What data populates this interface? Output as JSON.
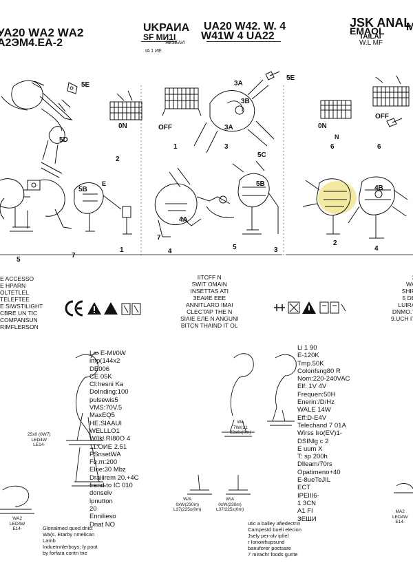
{
  "header": {
    "title_left_line1": "УА20 WА2 WА2",
    "title_left_line2": "А2ЭМ4.ЕА-2",
    "title_mid_a": "UKPAИA",
    "title_mid_a_sub": "SF MИ1I",
    "title_mid_b_line1": "UA20 W42. W. 4",
    "title_mid_b_line2": "W41W 4  UA22",
    "small_mid": "ЯЕЗЕАИ",
    "small_left": "IA 1 ИЕ",
    "title_right_line1": "JSK ANAL",
    "title_right_line2": "EMAOL",
    "title_right_line3": "TAILAI",
    "title_right_line4": "W.L MF",
    "edge_right": "M"
  },
  "panels": {
    "on_label": "0N",
    "off_label": "OFF",
    "off_label_right": "OFF",
    "n_label": "N",
    "e_label": "E",
    "part_labels": [
      "5E",
      "5D",
      "5B",
      "3A",
      "3B",
      "3A",
      "5B",
      "4B",
      "4A",
      "5C",
      "5E"
    ],
    "steps": [
      "1",
      "2",
      "3",
      "4",
      "5",
      "6",
      "7",
      "1",
      "2",
      "3",
      "4",
      "5",
      "6",
      "7"
    ]
  },
  "warnings": {
    "left": "E ACCESSO\nE HPARN\nOLTETLEL\nTELEFTEE\nE SIWSTILIGHT\nCBRE UN TIC\nCOMPANSUN\nRIMFLERSON",
    "mid": "IITCFF N\nSWIT OMAIN\nINSETTAS ATI\nЗЕАИЕ ЕЕЕ\nANNITLARO IMAI\nCLECTAP THE N\nSIAIЕ ЕЛЕ N ANGUNI\nBITCN THAIND IT OL",
    "right": "2\nWA\nSHIP\n5 DE\nLUIRA\nDNMO.T\n9.UCH IT"
  },
  "symbols": {
    "ce_mark": "CE",
    "class2_mark": "II"
  },
  "specs": {
    "left_block": "La: E-MI/0W\nimp(144x2\nDE006\nCE 05K\nCl:Iresni Ka\nDoInding:100\npulsewis5\nVMS:70V.5\nMaxEQ5\nНЕ.SIAAUI\nWELLLO1\nW/Ikl.RI80O 4\n11:ОИЕ 2.51\nPSnsetWA\nFe.m:200\nElne:30 Mbz\nDraiiirem 20.+4C\nfrend to IC 010\ndonselv\nlpnutton\n20\nEnnilieso\nDnat NO",
    "right_block": "Li 1 90\nE-120K\nTmp.50K\nColonfsng80 R\nNom:220-240VAC\nElf: 1V 4V\nFrequen:50H\nEnerin:/D/Hz\nWALE 14W\nEff:D-E4V\nTelechand 7 01A\nWirss Iro(EV)1-\nDSINlg c 2\nE uum X\nT: sp 200h\nDlleam/70rs\nOpatimeno+40\nЕ-8ueTeJIL\nECT\nIPEIII6-\n1 3CN\nA1 FI\nЗЕШИ"
  },
  "dims": {
    "left_upper": "25x0 (0W7)\nLED4W\nLE14-",
    "mid_upper": "WA\n7W/(21\n22x6x(0m)",
    "left_lower": "WA2\nLED4W\nE14-",
    "mid_lower_a": "W/A\n0xW(230m)\nL37(225x(0m)",
    "mid_lower_b": "W/A\n0xW(230m)\nL37/225x(0m)",
    "right_lower": "MA2\nLED4W\nE14-"
  },
  "compliance": {
    "left": "Glonalmed qued dnici\nWa(s. Etarby nmelican\nLamb\nInduetnnlerboys: ly poot\nby forfara contn tne",
    "right": "utic a balley afiedectrin\nCampestd bueli elecion\nJsely per-olv ipliel\nr Ionowhupsund\nbanuforer poctsare\n7 mirachr foods gunte"
  },
  "colors": {
    "ink": "#111111",
    "highlight": "#f3e9a0"
  }
}
